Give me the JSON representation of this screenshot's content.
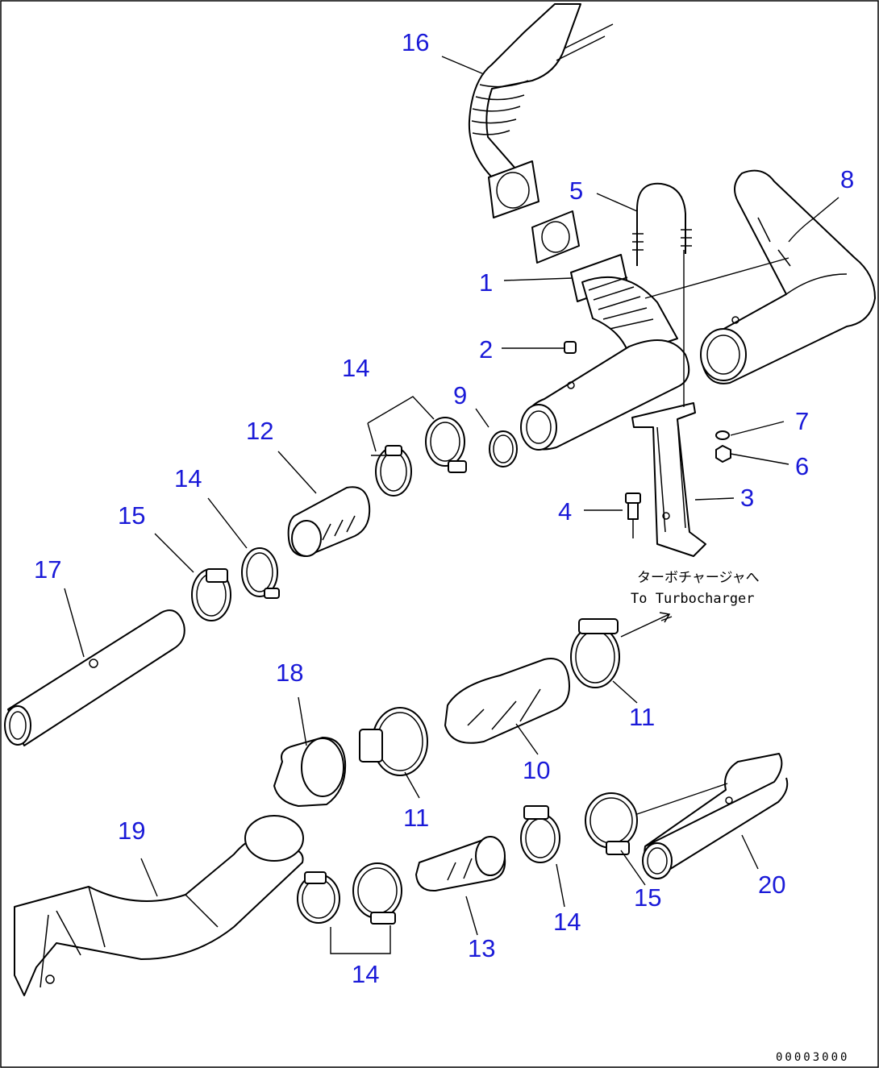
{
  "callouts": {
    "c1": "1",
    "c2": "2",
    "c3": "3",
    "c4": "4",
    "c5": "5",
    "c6": "6",
    "c7": "7",
    "c8": "8",
    "c9": "9",
    "c10": "10",
    "c11a": "11",
    "c11b": "11",
    "c12": "12",
    "c13": "13",
    "c14a": "14",
    "c14b": "14",
    "c14c": "14",
    "c14d": "14",
    "c15a": "15",
    "c15b": "15",
    "c16": "16",
    "c17": "17",
    "c18": "18",
    "c19": "19",
    "c20": "20"
  },
  "note": {
    "japanese": "ターボチャージャへ",
    "english": "To Turbocharger"
  },
  "figure_code": "00003000",
  "colors": {
    "callout": "#1a1ad8",
    "line": "#000000",
    "background": "#ffffff"
  }
}
